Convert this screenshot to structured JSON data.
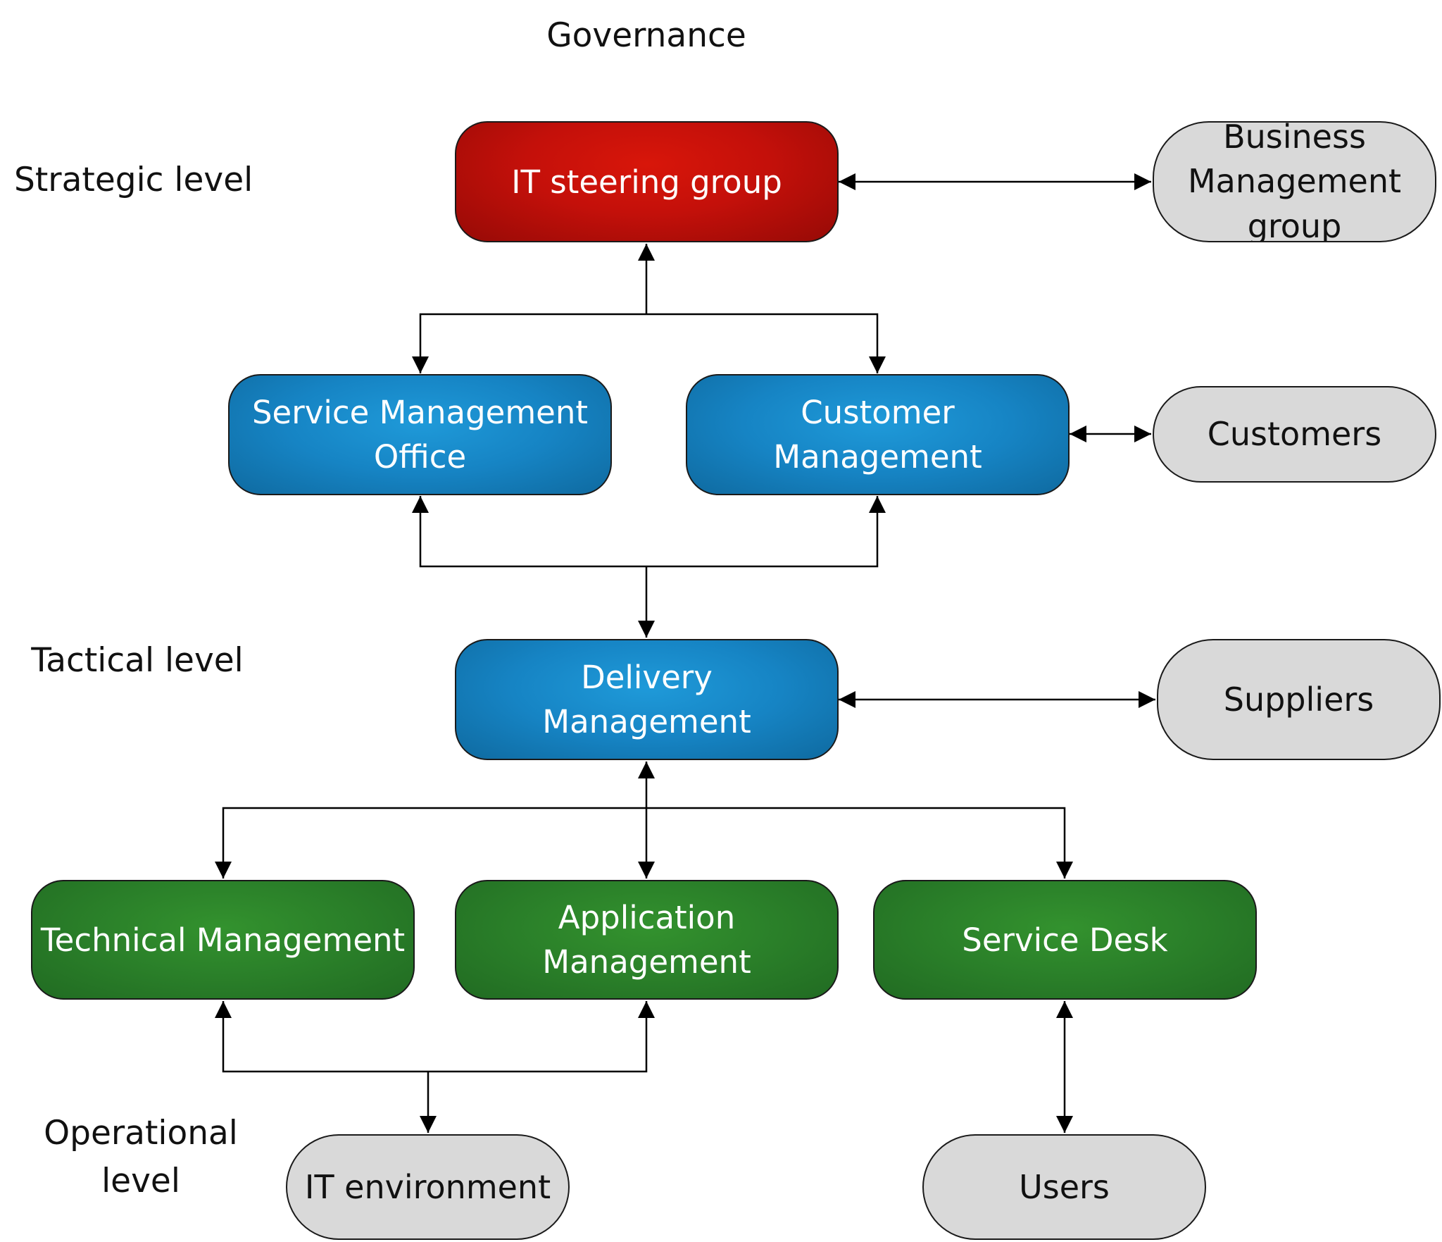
{
  "title": "Governance",
  "levels": {
    "strategic": "Strategic level",
    "tactical": "Tactical level",
    "operational_line1": "Operational",
    "operational_line2": "level"
  },
  "nodes": {
    "it_steering": "IT steering group",
    "business_mgmt": [
      "Business",
      "Management",
      "group"
    ],
    "smo": [
      "Service Management",
      "Office"
    ],
    "customer_mgmt": [
      "Customer",
      "Management"
    ],
    "customers": "Customers",
    "delivery_mgmt": [
      "Delivery",
      "Management"
    ],
    "suppliers": "Suppliers",
    "technical_mgmt": "Technical Management",
    "application_mgmt": [
      "Application",
      "Management"
    ],
    "service_desk": "Service Desk",
    "it_environment": "IT environment",
    "users": "Users"
  },
  "colors": {
    "strategic": "#c4100a",
    "tactical": "#1684c4",
    "operational": "#2a7f29",
    "external": "#d9d9d9"
  }
}
